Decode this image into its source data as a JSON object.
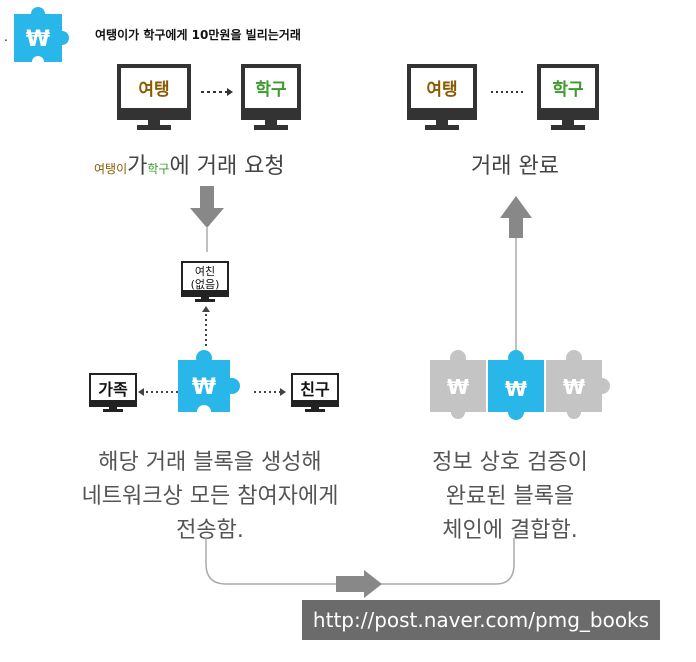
{
  "header": {
    "prefix": ".",
    "title": "여탱이가 학구에게  10만원을 빌리는거래"
  },
  "icons": {
    "puzzle_symbol": "₩",
    "accent_color": "#29b6e8",
    "gray_color": "#c4c4c4"
  },
  "step1": {
    "left_monitor": "여탱",
    "right_monitor": "학구",
    "caption_small_a": "여탱이",
    "caption_big_a": "가",
    "caption_small_b": "학구",
    "caption_big_b": "에 거래 요청"
  },
  "step4": {
    "left_monitor": "여탱",
    "right_monitor": "학구",
    "caption": "거래 완료"
  },
  "network": {
    "top_node_line1": "여친",
    "top_node_line2": "(없음)",
    "left_node": "가족",
    "right_node": "친구"
  },
  "step2": {
    "line1": "해당 거래 블록을 생성해",
    "line2": "네트워크상 모든 참여자에게",
    "line3": "전송함."
  },
  "step3": {
    "line1": "정보 상호 검증이",
    "line2": "완료된 블록을",
    "line3": "체인에 결합함."
  },
  "footer": {
    "url": "http://post.naver.com/pmg_books"
  }
}
